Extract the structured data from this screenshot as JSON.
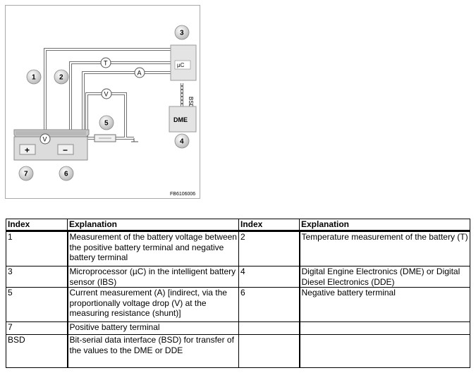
{
  "figure": {
    "code": "FB6106006",
    "badges": [
      "1",
      "2",
      "3",
      "4",
      "5",
      "6",
      "7"
    ],
    "meters": [
      "T",
      "A",
      "V",
      "V"
    ],
    "mc_label": "µC",
    "dme_label": "DME",
    "bsd_label": "BSD",
    "plus_symbol": "+",
    "minus_symbol": "−"
  },
  "table": {
    "headers": [
      "Index",
      "Explanation",
      "Index",
      "Explanation"
    ],
    "rows": [
      {
        "i1": "1",
        "e1": "Measurement of the battery voltage between the positive battery terminal and negative battery terminal",
        "i2": "2",
        "e2": "Temperature measurement of the battery (T)"
      },
      {
        "i1": "3",
        "e1": "Microprocessor (µC) in the intelligent battery sensor (IBS)",
        "i2": "4",
        "e2": "Digital Engine Electronics (DME) or Digital Diesel Electronics (DDE)"
      },
      {
        "i1": "5",
        "e1": "Current measurement (A) [indirect, via the proportionally voltage drop (V) at the measuring resistance (shunt)]",
        "i2": "6",
        "e2": "Negative battery terminal"
      },
      {
        "i1": "7",
        "e1": "Positive battery terminal",
        "i2": "",
        "e2": ""
      },
      {
        "i1": "BSD",
        "e1": "Bit-serial data interface (BSD) for transfer of the values to the DME or DDE",
        "i2": "",
        "e2": ""
      }
    ]
  }
}
